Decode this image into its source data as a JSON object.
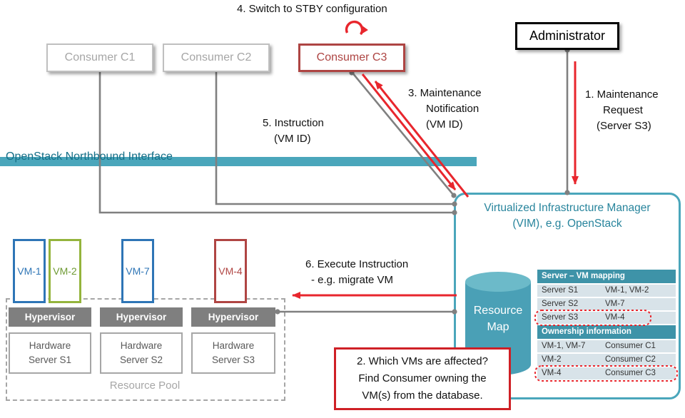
{
  "steps": {
    "s4": "4. Switch to STBY configuration",
    "s3": [
      "3. Maintenance",
      "Notification",
      "(VM ID)"
    ],
    "s5": [
      "5. Instruction",
      "(VM ID)"
    ],
    "s1": [
      "1. Maintenance",
      "Request",
      "(Server S3)"
    ],
    "s6": [
      "6. Execute Instruction",
      "- e.g. migrate VM"
    ],
    "s2": [
      "2. Which VMs are affected?",
      "Find Consumer owning the",
      "VM(s) from the database."
    ]
  },
  "consumers": [
    {
      "label": "Consumer C1"
    },
    {
      "label": "Consumer C2"
    },
    {
      "label": "Consumer C3"
    }
  ],
  "administrator": {
    "label": "Administrator"
  },
  "northbound_interface": {
    "label": "OpenStack Northbound Interface"
  },
  "vim": {
    "title": [
      "Virtualized Infrastructure Manager",
      "(VIM), e.g. OpenStack"
    ],
    "resource_map": [
      "Resource",
      "Map"
    ],
    "server_vm_mapping": {
      "header": "Server – VM mapping",
      "rows": [
        {
          "server": "Server S1",
          "vms": "VM-1, VM-2",
          "highlighted": false
        },
        {
          "server": "Server S2",
          "vms": "VM-7",
          "highlighted": false
        },
        {
          "server": "Server S3",
          "vms": "VM-4",
          "highlighted": true
        }
      ]
    },
    "ownership_information": {
      "header": "Ownership information",
      "rows": [
        {
          "vms": "VM-1, VM-7",
          "consumer": "Consumer C1",
          "highlighted": false
        },
        {
          "vms": "VM-2",
          "consumer": "Consumer C2",
          "highlighted": false
        },
        {
          "vms": "VM-4",
          "consumer": "Consumer C3",
          "highlighted": true
        }
      ]
    }
  },
  "resource_pool": {
    "label": "Resource Pool",
    "vms": [
      {
        "label": "VM-1",
        "color": "#2e75b6"
      },
      {
        "label": "VM-2",
        "color": "#94b43c"
      },
      {
        "label": "VM-7",
        "color": "#2e75b6"
      },
      {
        "label": "VM-4",
        "color": "#b04543"
      }
    ],
    "stacks": [
      {
        "hypervisor": "Hypervisor",
        "hardware": [
          "Hardware",
          "Server S1"
        ]
      },
      {
        "hypervisor": "Hypervisor",
        "hardware": [
          "Hardware",
          "Server S2"
        ]
      },
      {
        "hypervisor": "Hypervisor",
        "hardware": [
          "Hardware",
          "Server S3"
        ]
      }
    ]
  },
  "colors": {
    "teal": "#4aa6bb",
    "teal_dark": "#156f88",
    "table_header": "#3e93a8",
    "table_row": "#d8e3e9",
    "red_arrow": "#e8262d",
    "gray_line": "#808080",
    "consumer_gray": "#a6a6a6",
    "consumer_red": "#ae4543",
    "vm_blue": "#2e75b6",
    "vm_green": "#94b43c",
    "vm_red": "#b04543"
  }
}
